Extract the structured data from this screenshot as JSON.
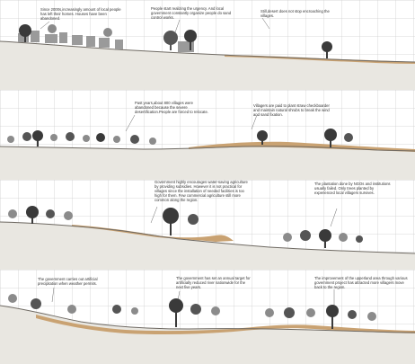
{
  "colors": {
    "soil": "#e9e7e1",
    "soil_dark": "#d5d2ca",
    "ground_line": "#6f6a63",
    "sand": "#c9a272",
    "sand_dark": "#a98253",
    "tree": "#3a3a3a",
    "tree_light": "#8b8b8b",
    "building": "#9a9a9a",
    "grid": "#e0e0e0",
    "text": "#333333"
  },
  "panels": [
    {
      "annotations": [
        "Since 2000s,increasingly amount of local people has left their homes. Houses have been abandoned.",
        "People start realizing the urgency. And local government constantly organize people do sand control works.",
        "Still,desert does not stop encroaching the villages."
      ]
    },
    {
      "annotations": [
        "Past years,about 800 villages were abandoned because the severe desertification.People are forced to relocate.",
        "Villagers are paid to plant straw checkboarder and maintain natural shrubs to break the wind and sand fixation."
      ]
    },
    {
      "annotations": [
        "Government highly encourages water-saving agriculture by providing subsidies. However it is not practical for villages since the installation of needed facilities is too high for them. Few commercial agriculture still more common along the region.",
        "The plantation done by NGOs and institutions usually failed. Only trees planted by experienced local villagers survives."
      ]
    },
    {
      "annotations": [
        "The government carries out artificial precipitation when weather permits.",
        "The government has set an annual target for artificially reduced river nationwide for the next five years.",
        "The improvement of the upperland area through various government project has attracted more villagers move back to the region."
      ]
    }
  ]
}
